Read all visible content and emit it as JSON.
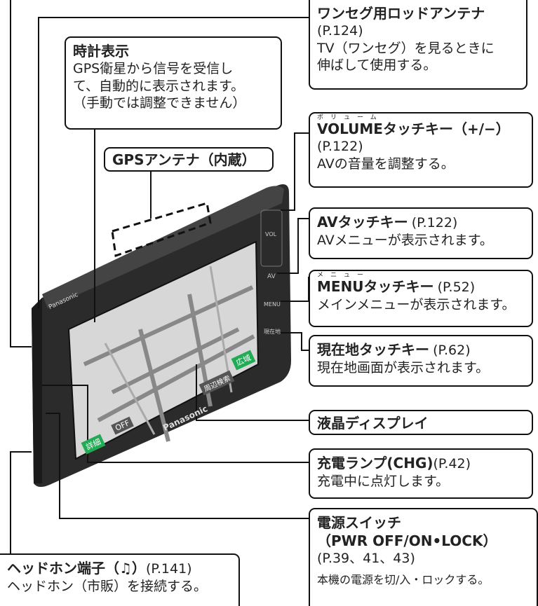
{
  "clock": {
    "title": "時計表示",
    "lines": [
      "GPS衛星から信号を受信し",
      "て、自動的に表示されます。",
      "（手動では調整できません）"
    ]
  },
  "gps_antenna": {
    "title": "GPSアンテナ（内蔵）"
  },
  "oneseg_antenna": {
    "title": "ワンセグ用ロッドアンテナ",
    "ref": "(P.124)",
    "lines": [
      "TV（ワンセグ）を見るときに",
      "伸ばして使用する。"
    ]
  },
  "volume": {
    "ruby": "ボリューム",
    "title": "VOLUMEタッチキー（+/−）",
    "ref": "(P.122)",
    "desc": "AVの音量を調整する。"
  },
  "av": {
    "title": "AVタッチキー",
    "ref": "(P.122)",
    "desc": "AVメニューが表示されます。"
  },
  "menu": {
    "ruby": "メニュー",
    "title": "MENUタッチキー",
    "ref": "(P.52)",
    "desc": "メインメニューが表示されます。"
  },
  "current": {
    "title": "現在地タッチキー",
    "ref": "(P.62)",
    "desc": "現在地画面が表示されます。"
  },
  "lcd": {
    "title": "液晶ディスプレイ"
  },
  "charge": {
    "title": "充電ランプ(CHG)",
    "ref": "(P.42)",
    "desc": "充電中に点灯します。"
  },
  "power": {
    "title1": "電源スイッチ",
    "title2": "（PWR OFF/ON•LOCK）",
    "ref": "(P.39、41、43)",
    "desc": "本機の電源を切/入・ロックする。"
  },
  "headphone": {
    "title": "ヘッドホン端子（♫）",
    "ref": "(P.141)",
    "desc": "ヘッドホン（市販）を接続する。"
  },
  "device": {
    "brand": "Panasonic",
    "key_vol": "VOL",
    "key_av": "AV",
    "key_menu": "MENU",
    "key_current": "現在地",
    "map_btn_detail": "詳細",
    "map_btn_off": "OFF",
    "map_btn_wide": "広域",
    "map_btn_nearby": "周辺検索"
  },
  "colors": {
    "line": "#111111",
    "device_body": "#2e2e2e",
    "map_bg": "#d9d9d9"
  }
}
